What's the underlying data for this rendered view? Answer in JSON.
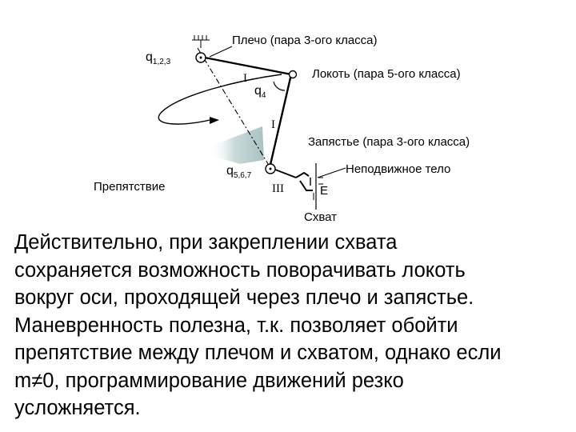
{
  "diagram": {
    "labels": {
      "shoulder": "Плечо (пара 3-ого класса)",
      "elbow": "Локоть (пара 5-ого класса)",
      "wrist": "Запястье (пара 3-ого класса)",
      "fixed_body": "Неподвижное тело",
      "obstacle": "Препятствие",
      "gripper": "Схват",
      "e_mark": "E"
    },
    "joints": {
      "q123_base": "q",
      "q123_sub": "1,2,3",
      "q4_base": "q",
      "q4_sub": "4",
      "q567_base": "q",
      "q567_sub": "5,6,7"
    },
    "roman_marks": {
      "link1": "I",
      "link2": "I",
      "link3": "III"
    }
  },
  "paragraph": "Действительно, при закреплении схвата\nсохраняется возможность поворачивать локоть\nвокруг оси, проходящей через  плечо и запястье.\nМаневренность полезна, т.к. позволяет обойти\nпрепятствие между плечом и схватом, однако если\nm≠0, программирование движений резко\nусложняется."
}
